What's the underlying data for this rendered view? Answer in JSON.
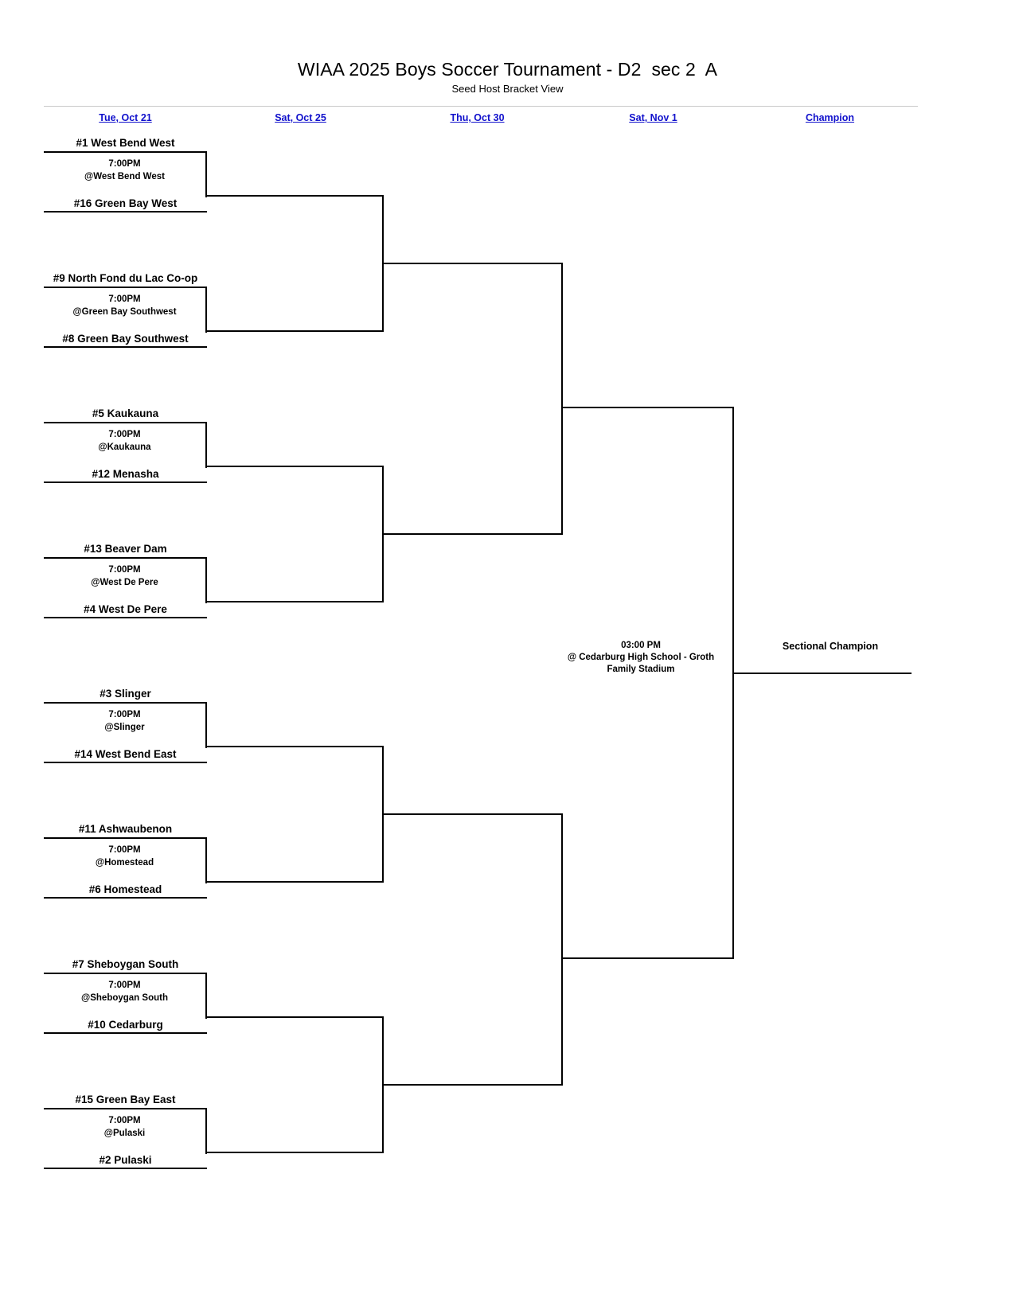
{
  "header": {
    "title": "WIAA 2025 Boys Soccer Tournament - D2  sec 2  A",
    "subtitle": "Seed Host Bracket View"
  },
  "rounds": [
    {
      "label": "Tue, Oct 21"
    },
    {
      "label": "Sat, Oct 25"
    },
    {
      "label": "Thu, Oct 30"
    },
    {
      "label": "Sat, Nov 1"
    },
    {
      "label": "Champion"
    }
  ],
  "matches": [
    {
      "top": "#1 West Bend West",
      "time": "7:00PM",
      "site": "@West Bend West",
      "bottom": "#16 Green Bay West"
    },
    {
      "top": "#9 North Fond du Lac Co-op",
      "time": "7:00PM",
      "site": "@Green Bay Southwest",
      "bottom": "#8 Green Bay Southwest"
    },
    {
      "top": "#5 Kaukauna",
      "time": "7:00PM",
      "site": "@Kaukauna",
      "bottom": "#12 Menasha"
    },
    {
      "top": "#13 Beaver Dam",
      "time": "7:00PM",
      "site": "@West De Pere",
      "bottom": "#4 West De Pere"
    },
    {
      "top": "#3 Slinger",
      "time": "7:00PM",
      "site": "@Slinger",
      "bottom": "#14 West Bend East"
    },
    {
      "top": "#11 Ashwaubenon",
      "time": "7:00PM",
      "site": "@Homestead",
      "bottom": "#6 Homestead"
    },
    {
      "top": "#7 Sheboygan South",
      "time": "7:00PM",
      "site": "@Sheboygan South",
      "bottom": "#10 Cedarburg"
    },
    {
      "top": "#15 Green Bay East",
      "time": "7:00PM",
      "site": "@Pulaski",
      "bottom": "#2 Pulaski"
    }
  ],
  "final": {
    "time": "03:00 PM",
    "site_line1": "@ Cedarburg High School - Groth",
    "site_line2": "Family Stadium"
  },
  "champion": {
    "label": "Sectional Champion"
  },
  "colors": {
    "link": "#1111cc",
    "line": "#000000",
    "rule": "#c9c9c9"
  }
}
